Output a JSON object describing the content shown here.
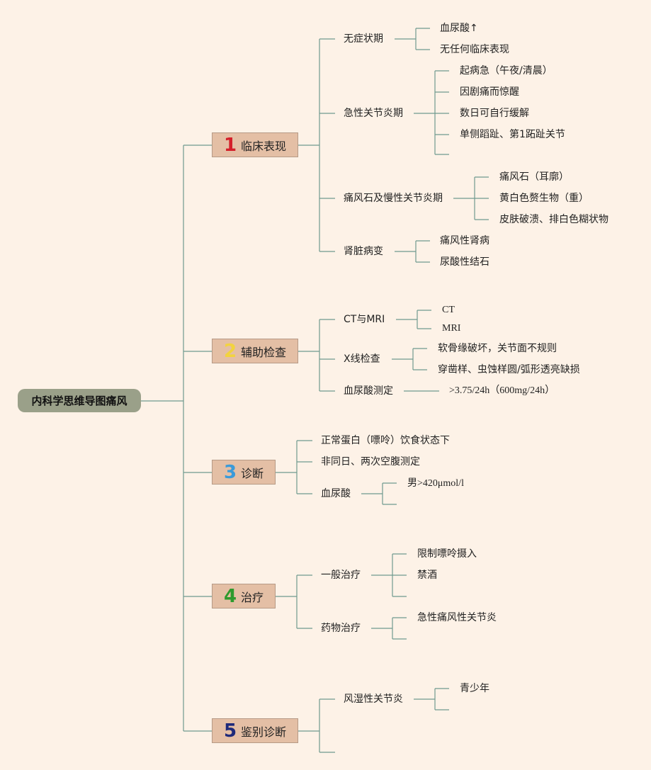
{
  "root": {
    "label": "内科学思维导图痛风"
  },
  "branches": [
    {
      "number": "1",
      "number_color": "#d41f2a",
      "label": "临床表现",
      "children": [
        {
          "label": "无症状期",
          "children": [
            "血尿酸↑",
            "无任何临床表现"
          ]
        },
        {
          "label": "急性关节炎期",
          "children": [
            "起病急（午夜/清晨）",
            "因剧痛而惊醒",
            "数日可自行缓解",
            "单侧蹈趾、第1跖趾关节"
          ]
        },
        {
          "label": "痛风石及慢性关节炎期",
          "children": [
            "痛风石（耳廓）",
            "黄白色赘生物（重）",
            "皮肤破溃、排白色糊状物"
          ]
        },
        {
          "label": "肾脏病变",
          "children": [
            "痛风性肾病",
            "尿酸性结石"
          ]
        }
      ]
    },
    {
      "number": "2",
      "number_color": "#f2d33f",
      "label": "辅助检查",
      "children": [
        {
          "label": "CT与MRI",
          "children": [
            "CT",
            "MRI"
          ]
        },
        {
          "label": "X线检查",
          "children": [
            "软骨缘破坏，关节面不规则",
            "穿凿样、虫蚀样圆/弧形透亮缺损"
          ]
        },
        {
          "label": "血尿酸测定",
          "children": [
            ">3.75/24h（600mg/24h）"
          ]
        }
      ]
    },
    {
      "number": "3",
      "number_color": "#3a9ad9",
      "label": "诊断",
      "children": [
        {
          "label": "正常蛋白（嘌呤）饮食状态下"
        },
        {
          "label": "非同日、两次空腹测定"
        },
        {
          "label": "血尿酸",
          "children": [
            "男>420μmol/l"
          ]
        }
      ]
    },
    {
      "number": "4",
      "number_color": "#2e9a2e",
      "label": "治疗",
      "children": [
        {
          "label": "一般治疗",
          "children": [
            "限制嘌呤摄入",
            "禁酒"
          ]
        },
        {
          "label": "药物治疗",
          "children": [
            "急性痛风性关节炎"
          ]
        }
      ]
    },
    {
      "number": "5",
      "number_color": "#1f2a7a",
      "label": "鉴别诊断",
      "children": [
        {
          "label": "风湿性关节炎",
          "children": [
            "青少年"
          ]
        }
      ]
    }
  ]
}
